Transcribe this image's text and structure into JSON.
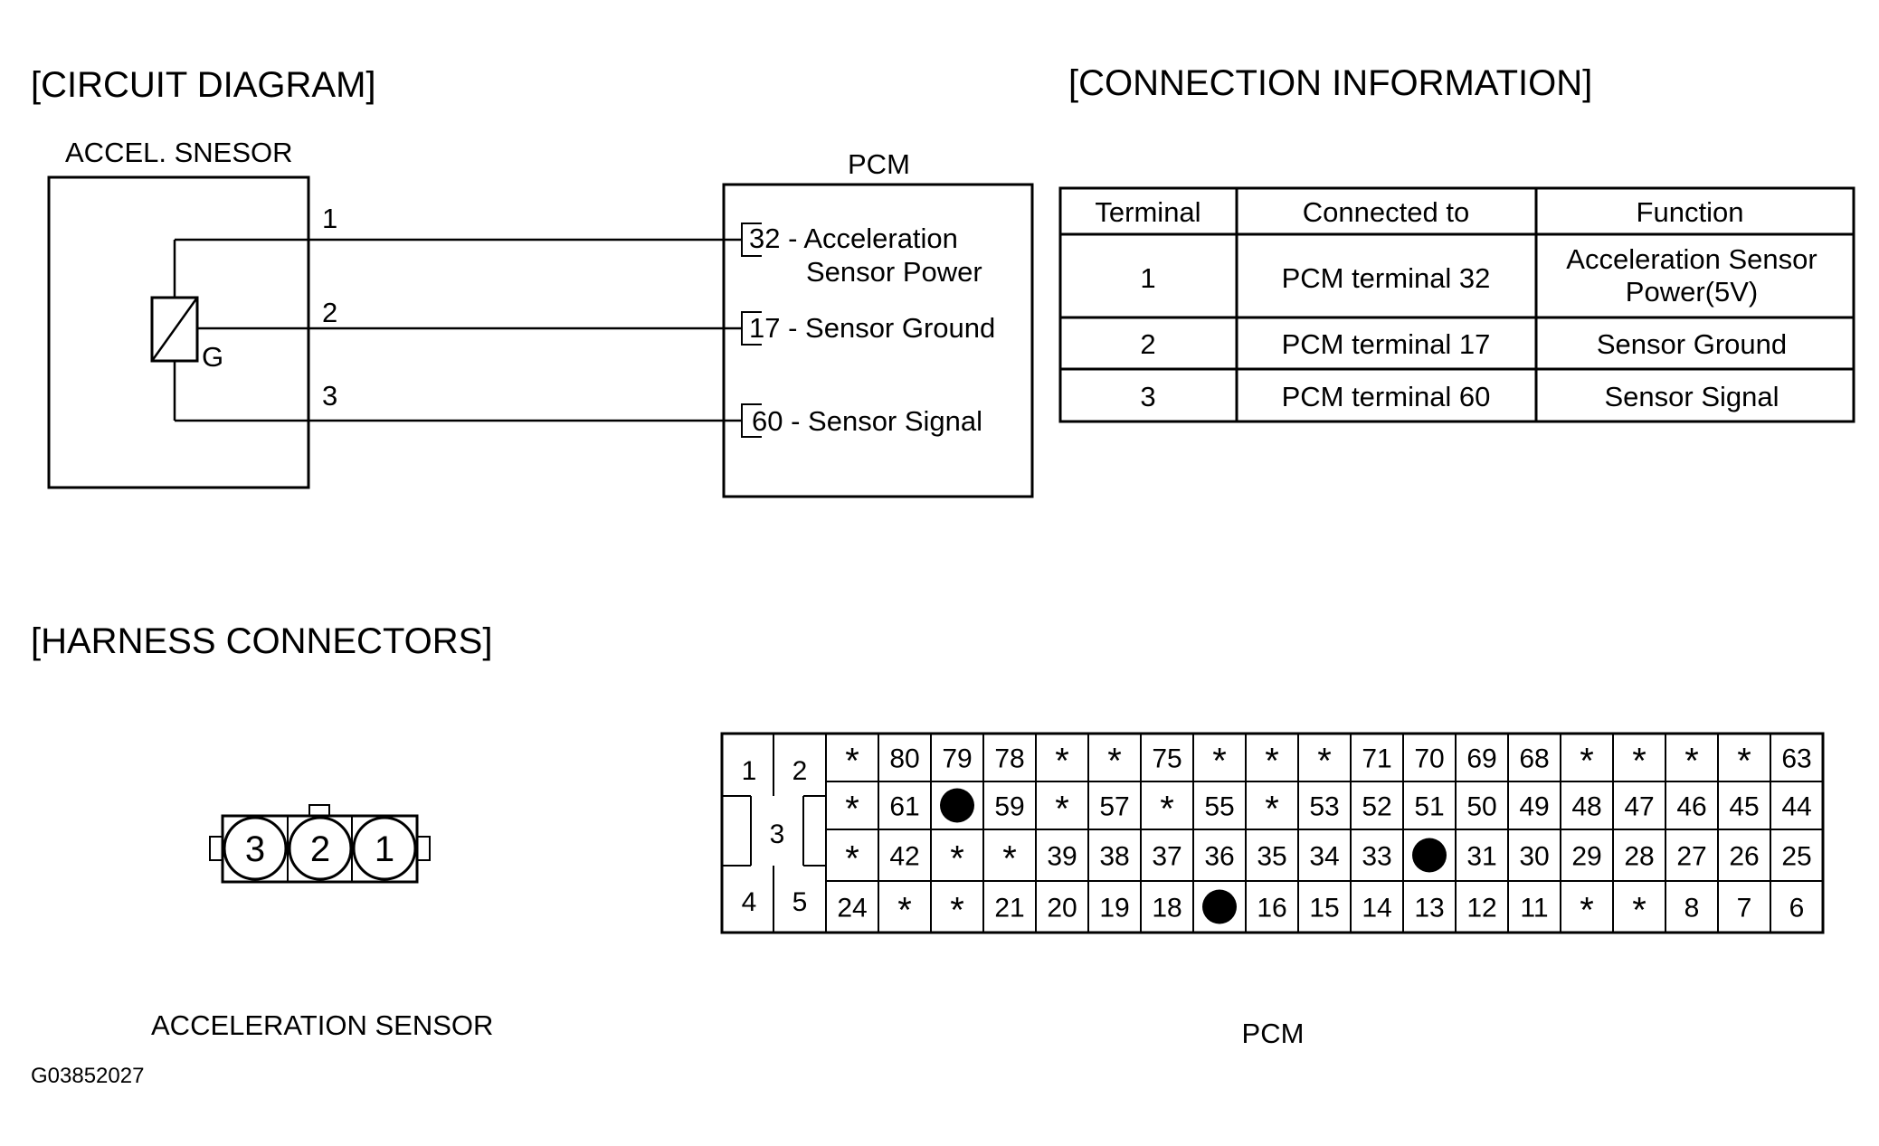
{
  "circuit": {
    "title": "[CIRCUIT DIAGRAM]",
    "sensor_label": "ACCEL. SNESOR",
    "pcm_label": "PCM",
    "sensor_mark": "G",
    "wires": [
      "1",
      "2",
      "3"
    ],
    "pcm_pins": {
      "p32_line1": "32 - Acceleration",
      "p32_line2": "Sensor Power",
      "p17": "17 - Sensor Ground",
      "p60": "60 - Sensor Signal"
    }
  },
  "connection": {
    "title": "[CONNECTION INFORMATION]",
    "headers": [
      "Terminal",
      "Connected to",
      "Function"
    ],
    "rows": [
      {
        "terminal": "1",
        "connected_to": "PCM terminal 32",
        "function_line1": "Acceleration Sensor",
        "function_line2": "Power(5V)"
      },
      {
        "terminal": "2",
        "connected_to": "PCM terminal 17",
        "function_line1": "Sensor Ground"
      },
      {
        "terminal": "3",
        "connected_to": "PCM terminal 60",
        "function_line1": "Sensor Signal"
      }
    ]
  },
  "harness": {
    "title": "[HARNESS CONNECTORS]",
    "sensor_connector_label": "ACCELERATION SENSOR",
    "sensor_pins": [
      "3",
      "2",
      "1"
    ],
    "pcm_connector_label": "PCM",
    "pcm_left_block": [
      "1",
      "2",
      "3",
      "4",
      "5"
    ],
    "pcm_rows": [
      [
        "*",
        "80",
        "79",
        "78",
        "*",
        "*",
        "75",
        "*",
        "*",
        "*",
        "71",
        "70",
        "69",
        "68",
        "*",
        "*",
        "*",
        "*",
        "63"
      ],
      [
        "*",
        "61",
        "●",
        "59",
        "*",
        "57",
        "*",
        "55",
        "*",
        "53",
        "52",
        "51",
        "50",
        "49",
        "48",
        "47",
        "46",
        "45",
        "44"
      ],
      [
        "*",
        "42",
        "*",
        "*",
        "39",
        "38",
        "37",
        "36",
        "35",
        "34",
        "33",
        "●",
        "31",
        "30",
        "29",
        "28",
        "27",
        "26",
        "25"
      ],
      [
        "24",
        "*",
        "*",
        "21",
        "20",
        "19",
        "18",
        "●",
        "16",
        "15",
        "14",
        "13",
        "12",
        "11",
        "*",
        "*",
        "8",
        "7",
        "6"
      ]
    ]
  },
  "figure_id": "G03852027"
}
